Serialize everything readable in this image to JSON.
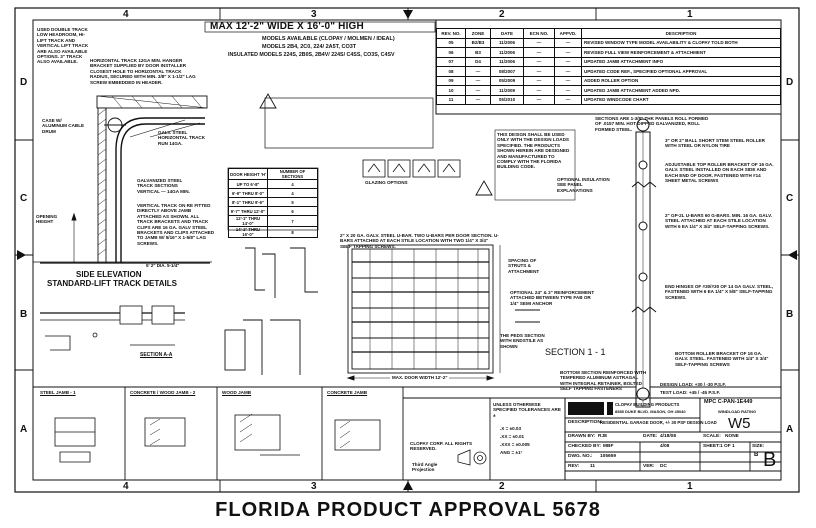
{
  "drawing": {
    "max_size": "MAX 12'-2\" WIDE X 16'-0\" HIGH",
    "model_lines": [
      "MODELS AVAILABLE (CLOPAY / MOLMEN / IDEAL)",
      "MODELS 2B4, 2C0, 224/ 2A5T, CO3T",
      "INSULATED MODELS 224S, 2B0S, 2B4V/ 224S/ C4SS, CO3S, C4SV"
    ],
    "zone_numbers_top": [
      "4",
      "3",
      "2",
      "1"
    ],
    "zone_numbers_bottom": [
      "4",
      "3",
      "2",
      "1"
    ],
    "zone_letters_left": [
      "D",
      "C",
      "B",
      "A"
    ],
    "zone_letters_right": [
      "D",
      "C",
      "B",
      "A"
    ],
    "footer": "FLORIDA PRODUCT APPROVAL 5678"
  },
  "revision_table": {
    "headers": [
      "REV. NO.",
      "ZONE",
      "DATE",
      "ECN NO.",
      "APPVD.",
      "DESCRIPTION"
    ],
    "rows": [
      [
        "05",
        "B2/B3",
        "11/2006",
        "—",
        "—",
        "REVISED WINDOW TYPE MODEL AVAILABILITY & CLOPAY TOLD BOTH"
      ],
      [
        "06",
        "B3",
        "11/2006",
        "—",
        "—",
        "REVISED FULL VIEW REINFORCEMENT & ATTACHMENT"
      ],
      [
        "07",
        "D4",
        "11/2006",
        "—",
        "—",
        "UPDATED JAMB ATTACHMENT INFO"
      ],
      [
        "08",
        "—",
        "08/2007",
        "—",
        "—",
        "UPDATED CODE REF., SPECIFIED OPTIONAL APPROVAL"
      ],
      [
        "09",
        "—",
        "05/2009",
        "—",
        "—",
        "ADDED ROLLER OPTION"
      ],
      [
        "10",
        "—",
        "11/2009",
        "—",
        "—",
        "UPDATED JAMB ATTACHMENT ADDED NPD."
      ],
      [
        "11",
        "—",
        "05/2010",
        "—",
        "—",
        "UPDATED WINDCODE CHART"
      ]
    ]
  },
  "left_notes": {
    "top_note": "USED DOUBLE TRACK LOW HEADROOM, HI-LIFT TRACK AND VERTICAL LIFT TRACK ARE ALSO AVAILABLE OPTIONS. 3\" TRACK ALSO AVAILABLE.",
    "horizontal_note": "HORIZONTAL TRACK 12GA MIN. HANGER BRACKET SUPPLIED BY DOOR INSTALLER CLOSEST HOLE TO HORIZONTAL TRACK RADIUS, SECURED WITH MIN. 3/8\" X 1-1/2\" LAG SCREW EMBEDDED IN HEADER.",
    "cable_drum": "CASE W/ ALUMINUM CABLE DRUM",
    "galv_steel": "GALV. STEEL HORIZONTAL TRACK RUN 14GA.",
    "galvanized": "GALVANIZED STEEL TRACK SECTIONS VERTICAL — 14GA MIN.",
    "vertical_track": "VERTICAL TRACK ON RE FITTED DIRECTLY ABOVE JAMB ATTACHED AS SHOWN. ALL TRACK BRACKETS AND TRACK CLIPS ARE 16 GA. GALV STEEL BRACKETS AND CLIPS ATTACHED TO JAMB W/ 5/16\" X 1-5/8\" LAG SCREWS.",
    "opening_height": "OPENING HEIGHT",
    "side_elevation": "SIDE ELEVATION",
    "track_details": "STANDARD-LIFT TRACK DETAILS",
    "section_a": "SECTION A-A",
    "cross_section_label": "5' 2\" DIA. 5-1/4\""
  },
  "center_notes": {
    "door_height_header": [
      "DOOR HEIGHT 'H'",
      "NUMBER OF SECTIONS"
    ],
    "door_height_rows": [
      [
        "UP TO 6'-8\"",
        "4"
      ],
      [
        "6'-9\" THRU 8'-0\"",
        "4"
      ],
      [
        "8'-1\" THRU 9'-6\"",
        "5"
      ],
      [
        "9'-7\" THRU 12'-0\"",
        "6"
      ],
      [
        "12'-1\" THRU 14'-0\"",
        "7"
      ],
      [
        "14'-1\" THRU 16'-0\"",
        "8"
      ]
    ],
    "strut_note": "2\" X 20 GA. GALV. STEEL U-BAR. TWO U-BARS PER DOOR SECTION. U-BARS ATTACHED AT EACH STILE LOCATION WITH TWO 1/4\" X 3/4\" SELF TAPPING SCREWS.",
    "spacing_note": "SPACING OF STRUTS & ATTACHMENT",
    "reinforcement_note": "OPTIONAL 24\" & 2\" REINFORCEMENT ATTACHED BETWEEN TYPE FAB OR 1/4\" SEMI ANCHOR",
    "max_door_width": "MAX. DOOR WIDTH 12'-2\"",
    "section_1_1": "SECTION 1 - 1",
    "ped_fields": "THE PEDS SECTION WITH ENDSTILE AS SHOWN",
    "design_note": "THIS DESIGN SHALL BE USED ONLY WITH THE DESIGN LOADS SPECIFIED. THE PRODUCTS SHOWN HEREIN ARE DESIGNED AND MANUFACTURED TO COMPLY WITH THE FLORIDA BUILDING CODE.",
    "alt_note": "OPTIONAL INSULATION SEE PANEL EXPLANATIONS",
    "glazing": "GLAZING OPTIONS"
  },
  "right_notes": {
    "shaft_note": "SECTIONS ARE 1-3/8\" THK PANELS ROLL FORMED OF .0157 MIN. HOT DIPPED GALVANIZED, ROLL FORMED STEEL.",
    "roller_note": "3\" OR 2\" BALL SHORT STEM STEEL ROLLER WITH STEEL OR NYLON TIRE",
    "top_fixture": "ADJUSTABLE TOP ROLLER BRACKET OF 16 GA. GALV. STEEL INSTALLED ON EACH SIDE AND EACH END OF DOOR. FASTENED WITH #14 SHEET METAL SCREWS",
    "hinge_note": "2\" GP-2L U-BARS 60 G-BARS. MIN. 16 GA. GALV. STEEL ATTACHED AT EACH STILE LOCATION WITH 6 EA 1/4\" X 3/4\" SELF-TAPPING SCREWS.",
    "end_hinge": "END HINGES OF #30/#30 OF 14 GA GALV. STEEL, FASTENED WITH 6 EA 1/4\" X 5/8\" SELF-TAPPING SCREWS.",
    "bottom_bracket": "BOTTOM ROLLER BRACKET OF 16 GA. GALV. STEEL. FASTENED WITH 1/4\" X 3/4\" SELF-TAPPING SCREWS",
    "bottom_astragal": "BOTTOM SECTION REINFORCED WITH TEMPERED ALUMINUM ASTRAGAL WITH INTEGRAL RETAINER, BOLTED SELF TAPPING FASTENERS",
    "design_load": "DESIGN LOAD: +30 / -30 P.S.F.",
    "test_load": "TEST LOAD: +45 / -45 P.S.F."
  },
  "bottom_details": {
    "panel_1_title": "STEEL JAMB - 1",
    "panel_2_title": "CONCRETE / WOOD JAMB - 2",
    "panel_3_title": "WOOD JAMB",
    "panel_4_title": "CONCRETE JAMB",
    "contact_note": "CLOPAY CORP. ALL RIGHTS RESERVED.",
    "third_angle": "Third Angle Projection",
    "tolerances_title": "UNLESS OTHERWISE SPECIFIED TOLERANCES ARE ±",
    "tolerances": [
      ".X = ±0.03",
      ".XX = ±0.01",
      ".XXX = ±0.005",
      "ANG = ±1°"
    ]
  },
  "title_block": {
    "company": "CLOPAY BUILDING PRODUCTS",
    "address": "8585 DUKE BLVD. MASON, OH 45040",
    "product": "MPC C-PAN-1E449",
    "windload": "WINDLOAD RATING",
    "w_code": "W5",
    "description_label": "DESCRIPTION:",
    "description": "RESIDENTIAL GARAGE DOOR, +/- 30 PSF DESIGN LOAD",
    "drawn_by_label": "DRAWN BY:",
    "drawn_by": "RJE",
    "date_label": "DATE:",
    "date": "4/18/08",
    "scale_label": "SCALE:",
    "scale": "NONE",
    "checked_label": "CHECKED BY:",
    "checked_by": "MBF",
    "checked_date": "4/08",
    "sheet_label": "SHEET:",
    "sheet": "1 OF 1",
    "size_label": "SIZE:",
    "size": "B",
    "dwg_label": "DWG. NO.:",
    "dwg_no": "105659",
    "rev_label": "REV:",
    "rev": "11",
    "ver_label": "VER:",
    "ver": "DC",
    "rev_large": "B"
  }
}
